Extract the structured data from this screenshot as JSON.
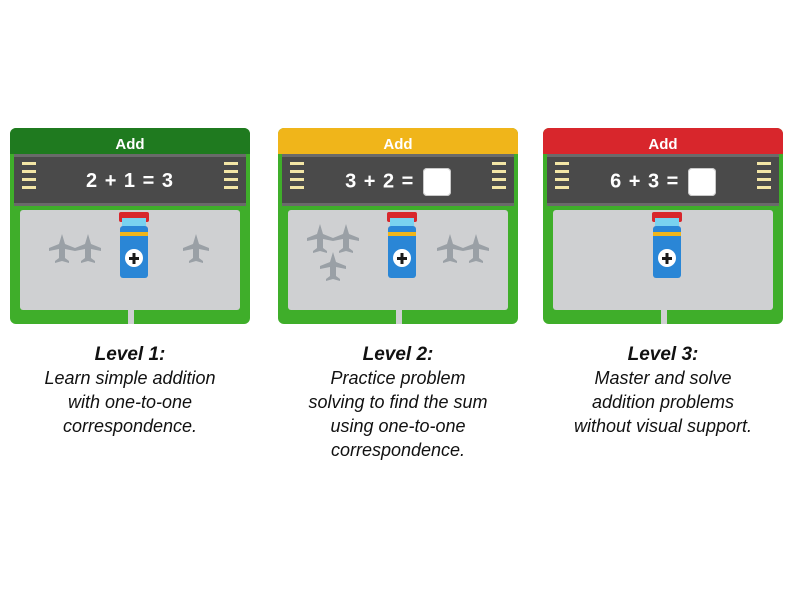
{
  "levels": [
    {
      "card_title": "Add",
      "equation": "2 + 1 = 3",
      "show_answer_box": false,
      "title": "Level 1:",
      "description_lines": [
        "Learn simple addition",
        "with one-to-one",
        "correspondence."
      ],
      "header_color": "#1f7a1f"
    },
    {
      "card_title": "Add",
      "equation": "3 + 2 =",
      "show_answer_box": true,
      "title": "Level 2:",
      "description_lines": [
        "Practice problem",
        "solving to find the sum",
        "using one-to-one",
        "correspondence."
      ],
      "header_color": "#f0b51a"
    },
    {
      "card_title": "Add",
      "equation": "6 + 3 =",
      "show_answer_box": true,
      "title": "Level 3:",
      "description_lines": [
        "Master and solve",
        "addition problems",
        "without visual support."
      ],
      "header_color": "#d8262c"
    }
  ],
  "colors": {
    "grass": "#3fae2a",
    "runway": "#4a4a4a",
    "apron": "#c9c9c9",
    "tower_body": "#2a86d6",
    "plane_silhouette": "#9a9a9a"
  },
  "icons": [
    "airplane-icon",
    "control-tower-icon",
    "plus-icon"
  ]
}
